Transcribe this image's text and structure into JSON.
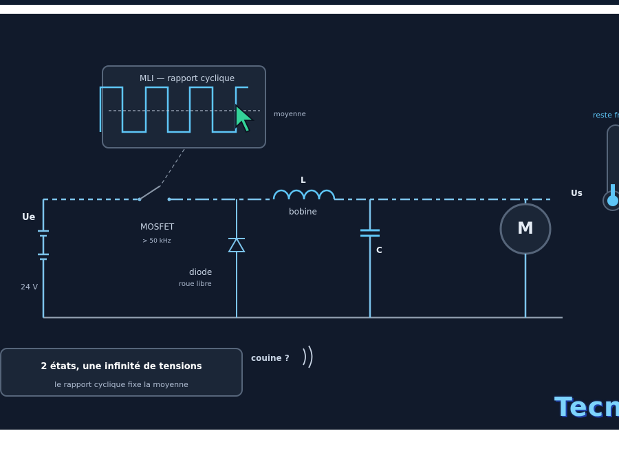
{
  "pwm": {
    "title": "MLI — rapport cyclique",
    "mean_label": "moyenne"
  },
  "labels": {
    "ue": "Ue",
    "voltage": "24 V",
    "mosfet": "MOSFET",
    "freq": "> 50 kHz",
    "diode": "diode",
    "diode_sub": "roue libre",
    "inductor": "L",
    "inductor_sub": "bobine",
    "capacitor": "C",
    "motor": "M",
    "us": "Us",
    "thermo": "reste fr",
    "whine": "couine ?"
  },
  "panel": {
    "title": "2 états, une infinité de tensions",
    "subtitle": "le rapport cyclique fixe la moyenne"
  },
  "brand": "Tecni",
  "colors": {
    "background": "#111a2b",
    "wire": "#7cc4ec",
    "accent": "#5ec6f7",
    "cursor": "#34d399"
  }
}
